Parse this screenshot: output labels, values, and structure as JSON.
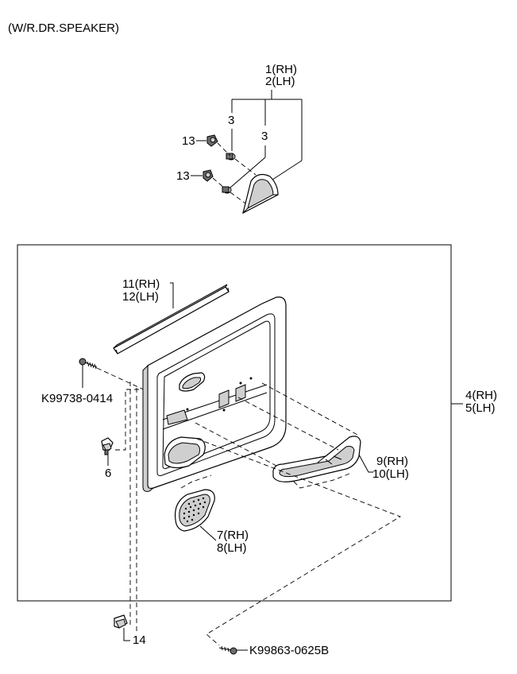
{
  "header": "(W/R.DR.SPEAKER)",
  "callouts": {
    "c1": "1(RH)",
    "c2": "2(LH)",
    "c3a": "3",
    "c3b": "3",
    "c13a": "13",
    "c13b": "13",
    "c11": "11(RH)",
    "c12": "12(LH)",
    "cK1": "K99738-0414",
    "c4": "4(RH)",
    "c5": "5(LH)",
    "c6": "6",
    "c9": "9(RH)",
    "c10": "10(LH)",
    "c7": "7(RH)",
    "c8": "8(LH)",
    "c14": "14",
    "cK2": "K99863-0625B"
  }
}
